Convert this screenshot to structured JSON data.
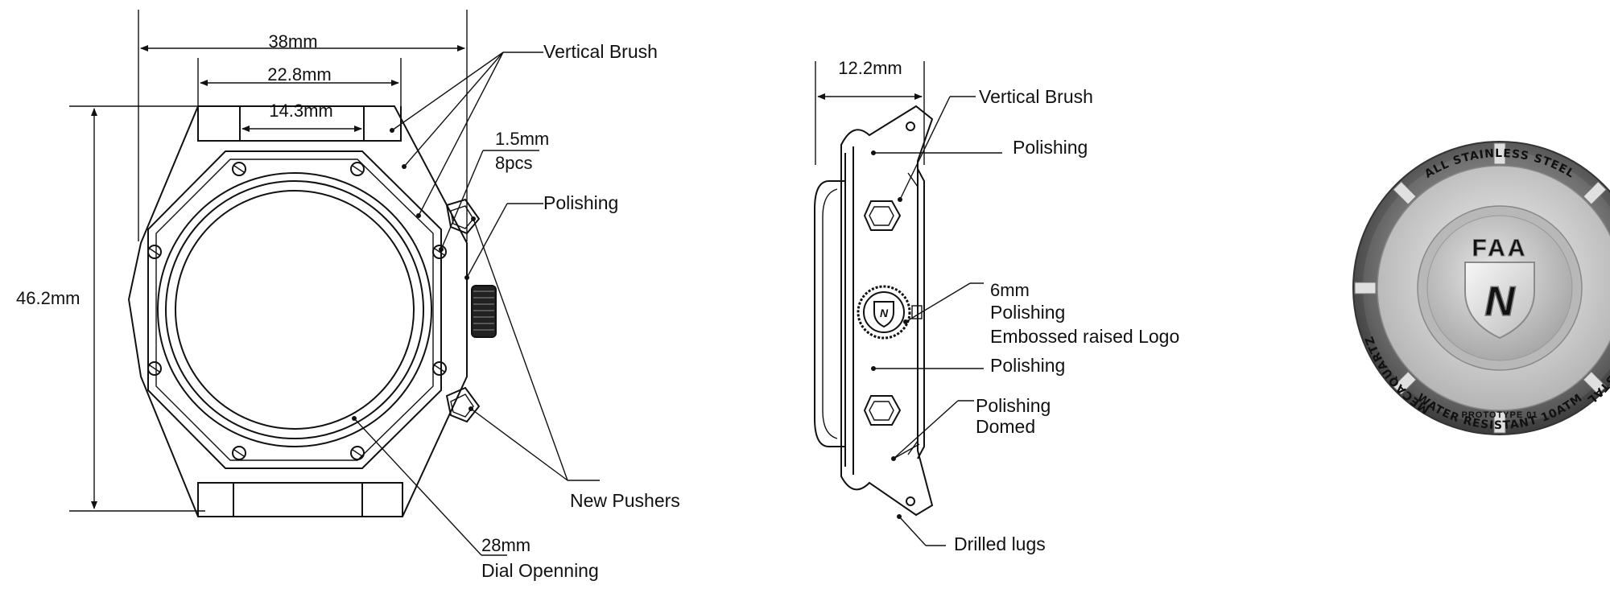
{
  "front_view": {
    "dimensions": {
      "width_overall": "38mm",
      "lug_outer": "22.8mm",
      "lug_inner": "14.3mm",
      "height": "46.2mm",
      "screw_size": "1.5mm",
      "screw_count": "8pcs",
      "dial_size": "28mm",
      "dial_label": "Dial Openning"
    },
    "callouts": {
      "vertical_brush": "Vertical Brush",
      "polishing": "Polishing",
      "new_pushers": "New Pushers"
    }
  },
  "side_view": {
    "dimensions": {
      "thickness": "12.2mm",
      "crown_size": "6mm"
    },
    "callouts": {
      "vertical_brush": "Vertical Brush",
      "polishing_top": "Polishing",
      "crown_finish": "Polishing",
      "crown_logo": "Embossed raised Logo",
      "polishing_mid": "Polishing",
      "polishing_bottom": "Polishing",
      "domed": "Domed",
      "drilled_lugs": "Drilled lugs"
    }
  },
  "caseback": {
    "ring_text_top": "ALL STAINLESS STEEL",
    "ring_text_right": "SAPPHIRE CRYSTAL",
    "ring_text_bottom": "WATER RESISTANT 10ATM",
    "ring_text_left": "MECAQUARTZ",
    "brand_mark": "FAA",
    "shield_letter": "N",
    "model_label": "PROTOTYPE 01",
    "colors": {
      "outer_ring": "#5c5c5c",
      "inner_disc": "#c8c8c8",
      "shield": "#e8e8e8"
    }
  }
}
